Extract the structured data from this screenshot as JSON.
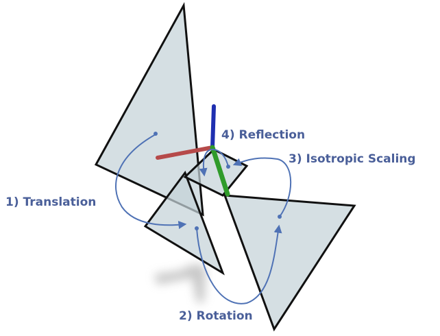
{
  "labels": {
    "translation": "1) Translation",
    "rotation": "2) Rotation",
    "scaling": "3) Isotropic Scaling",
    "reflection": "4) Reflection"
  },
  "colors": {
    "label_text": "#4a5f99",
    "arrow": "#4f72b5",
    "triangle_fill": "#c5d3d8",
    "triangle_stroke": "#111111",
    "axis_x": "#b64a4a",
    "axis_y": "#2f9b2a",
    "axis_z": "#1f2fb0",
    "shadow": "#9a9a9a"
  }
}
